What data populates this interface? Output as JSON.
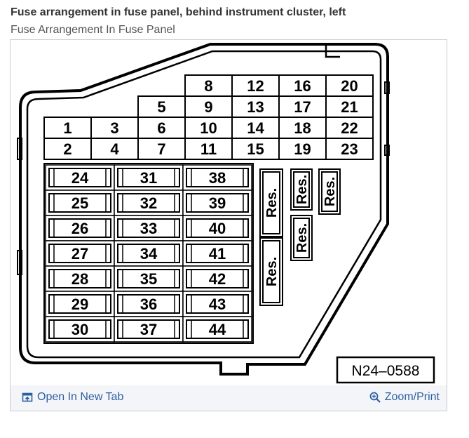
{
  "header": {
    "title": "Fuse arrangement in fuse panel, behind instrument cluster, left",
    "subtitle": "Fuse Arrangement In Fuse Panel"
  },
  "diagram": {
    "reference_code": "N24–0588",
    "upper_fuses": [
      {
        "label": "8",
        "col": 3,
        "row": 0
      },
      {
        "label": "12",
        "col": 4,
        "row": 0
      },
      {
        "label": "16",
        "col": 5,
        "row": 0
      },
      {
        "label": "20",
        "col": 6,
        "row": 0
      },
      {
        "label": "5",
        "col": 2,
        "row": 1
      },
      {
        "label": "9",
        "col": 3,
        "row": 1
      },
      {
        "label": "13",
        "col": 4,
        "row": 1
      },
      {
        "label": "17",
        "col": 5,
        "row": 1
      },
      {
        "label": "21",
        "col": 6,
        "row": 1
      },
      {
        "label": "1",
        "col": 0,
        "row": 2
      },
      {
        "label": "3",
        "col": 1,
        "row": 2
      },
      {
        "label": "6",
        "col": 2,
        "row": 2
      },
      {
        "label": "10",
        "col": 3,
        "row": 2
      },
      {
        "label": "14",
        "col": 4,
        "row": 2
      },
      {
        "label": "18",
        "col": 5,
        "row": 2
      },
      {
        "label": "22",
        "col": 6,
        "row": 2
      },
      {
        "label": "2",
        "col": 0,
        "row": 3
      },
      {
        "label": "4",
        "col": 1,
        "row": 3
      },
      {
        "label": "7",
        "col": 2,
        "row": 3
      },
      {
        "label": "11",
        "col": 3,
        "row": 3
      },
      {
        "label": "15",
        "col": 4,
        "row": 3
      },
      {
        "label": "19",
        "col": 5,
        "row": 3
      },
      {
        "label": "23",
        "col": 6,
        "row": 3
      }
    ],
    "lower_fuses": [
      {
        "label": "24",
        "col": 0,
        "row": 0
      },
      {
        "label": "25",
        "col": 0,
        "row": 1
      },
      {
        "label": "26",
        "col": 0,
        "row": 2
      },
      {
        "label": "27",
        "col": 0,
        "row": 3
      },
      {
        "label": "28",
        "col": 0,
        "row": 4
      },
      {
        "label": "29",
        "col": 0,
        "row": 5
      },
      {
        "label": "30",
        "col": 0,
        "row": 6
      },
      {
        "label": "31",
        "col": 1,
        "row": 0
      },
      {
        "label": "32",
        "col": 1,
        "row": 1
      },
      {
        "label": "33",
        "col": 1,
        "row": 2
      },
      {
        "label": "34",
        "col": 1,
        "row": 3
      },
      {
        "label": "35",
        "col": 1,
        "row": 4
      },
      {
        "label": "36",
        "col": 1,
        "row": 5
      },
      {
        "label": "37",
        "col": 1,
        "row": 6
      },
      {
        "label": "38",
        "col": 2,
        "row": 0
      },
      {
        "label": "39",
        "col": 2,
        "row": 1
      },
      {
        "label": "40",
        "col": 2,
        "row": 2
      },
      {
        "label": "41",
        "col": 2,
        "row": 3
      },
      {
        "label": "42",
        "col": 2,
        "row": 4
      },
      {
        "label": "43",
        "col": 2,
        "row": 5
      },
      {
        "label": "44",
        "col": 2,
        "row": 6
      }
    ],
    "reserve_slots": [
      {
        "label": "Res.",
        "slot": 0
      },
      {
        "label": "Res.",
        "slot": 1
      },
      {
        "label": "Res.",
        "slot": 2
      },
      {
        "label": "Res.",
        "slot": 3
      },
      {
        "label": "Res.",
        "slot": 4
      }
    ]
  },
  "toolbar": {
    "open_label": "Open In New Tab",
    "zoom_label": "Zoom/Print",
    "open_icon": "external-link-icon",
    "zoom_icon": "zoom-icon"
  },
  "colors": {
    "link": "#2e5f9e",
    "toolbar_bg": "#f3f5f9",
    "frame_border": "#cccccc",
    "line": "#000000"
  }
}
